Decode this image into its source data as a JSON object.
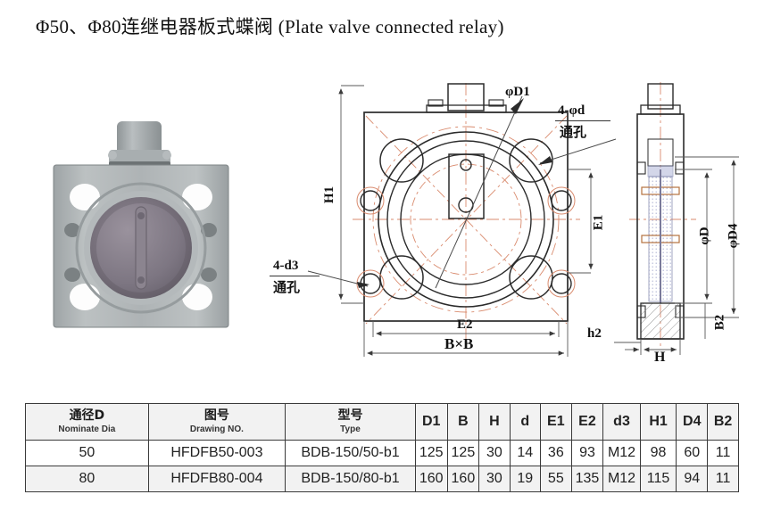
{
  "title": {
    "cn": "Φ50、Φ80连继电器板式蝶阀",
    "en": "(Plate valve connected relay)"
  },
  "drawing": {
    "labels": {
      "phi_d1": "φD1",
      "four_phi_d": "4-φd",
      "four_phi_d_cn": "通孔",
      "four_d3": "4-d3",
      "four_d3_cn": "通孔",
      "h1": "H1",
      "e1": "E1",
      "e2": "E2",
      "bxb": "B×B",
      "phi_d": "φD",
      "phi_d4": "φD4",
      "b2": "B2",
      "h": "H",
      "h2": "h2"
    },
    "colors": {
      "outline": "#2b2b2b",
      "centerline": "#d98b6e",
      "dimension": "#5a5a5a",
      "hatch": "#8f8f8f",
      "seal": "#b0b6d8"
    }
  },
  "photo": {
    "alt": "butterfly-valve-front-photo",
    "colors": {
      "body": "#a9aeb0",
      "body_light": "#c3c7c8",
      "body_dark": "#8a9092",
      "bore": "#6f6a72",
      "disc": "#7e7782",
      "stem": "#9aa0a2",
      "hole": "#ffffff"
    }
  },
  "table": {
    "headers": [
      {
        "cn": "通径D",
        "en": "Nominate Dia"
      },
      {
        "cn": "图号",
        "en": "Drawing NO."
      },
      {
        "cn": "型号",
        "en": "Type"
      }
    ],
    "sym_headers": [
      "D1",
      "B",
      "H",
      "d",
      "E1",
      "E2",
      "d3",
      "H1",
      "D4",
      "B2"
    ],
    "rows": [
      {
        "dia": "50",
        "drawing_no": "HFDFB50-003",
        "type": "BDB-150/50-b1",
        "values": [
          "125",
          "125",
          "30",
          "14",
          "36",
          "93",
          "M12",
          "98",
          "60",
          "11"
        ]
      },
      {
        "dia": "80",
        "drawing_no": "HFDFB80-004",
        "type": "BDB-150/80-b1",
        "values": [
          "160",
          "160",
          "30",
          "19",
          "55",
          "135",
          "M12",
          "115",
          "94",
          "11"
        ]
      }
    ]
  }
}
